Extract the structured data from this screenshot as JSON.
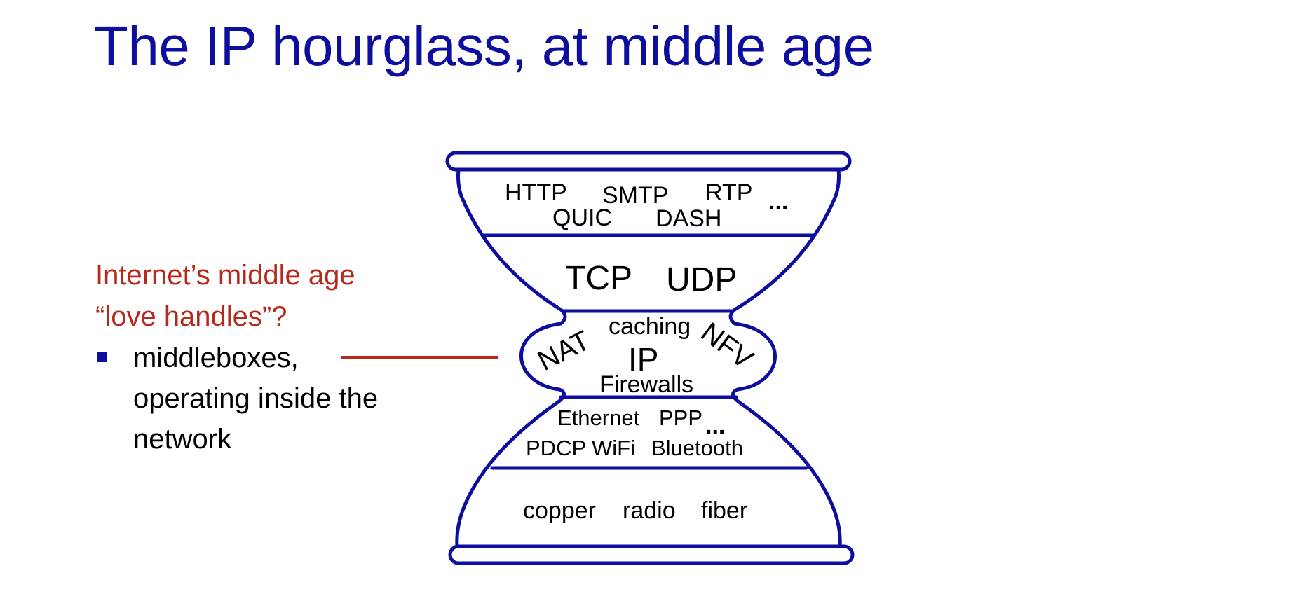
{
  "slide": {
    "title": "The IP hourglass, at middle age"
  },
  "sidebar": {
    "callout_lines": [
      "Internet’s middle age",
      "“love handles”?"
    ],
    "bullet_lines": [
      "middleboxes,",
      "operating inside the",
      "network"
    ]
  },
  "hourglass": {
    "outline_color": "#0d0d9e",
    "application_layer": [
      "HTTP",
      "SMTP",
      "RTP",
      "...",
      "QUIC",
      "DASH"
    ],
    "transport_layer": [
      "TCP",
      "UDP"
    ],
    "network_layer": {
      "center": "IP",
      "top": "caching",
      "bottom": "Firewalls",
      "left": "NAT",
      "right": "NFV"
    },
    "link_layer": [
      "Ethernet",
      "PPP",
      "...",
      "PDCP",
      "WiFi",
      "Bluetooth"
    ],
    "physical_layer": [
      "copper",
      "radio",
      "fiber"
    ]
  },
  "colors": {
    "title": "#0d0d9e",
    "callout": "#b52a1c",
    "bullet_marker": "#0d0d9e",
    "connector": "#b52a1c"
  }
}
